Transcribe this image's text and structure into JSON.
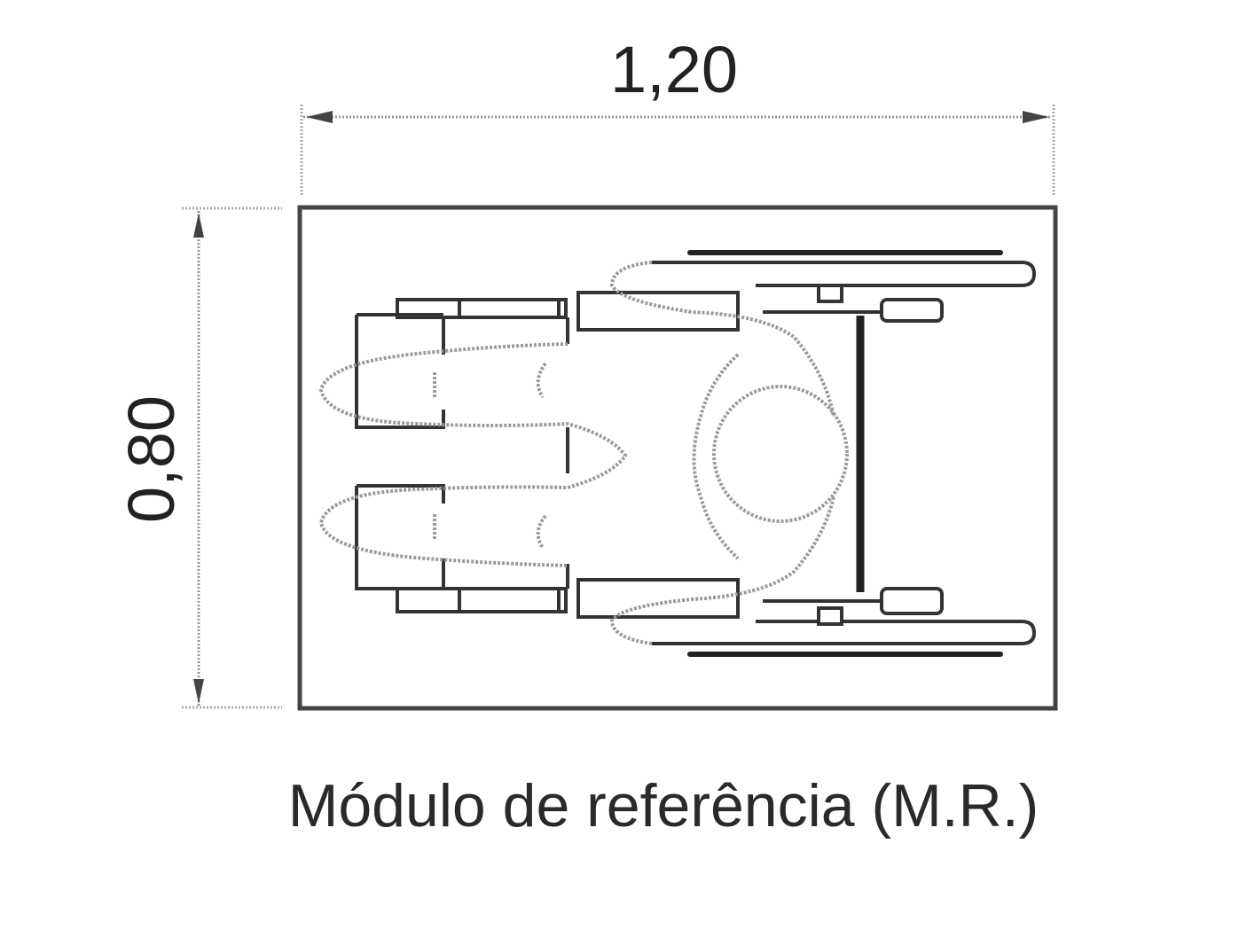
{
  "dimensions": {
    "width_label": "1,20",
    "height_label": "0,80"
  },
  "caption": "Módulo de referência (M.R.)",
  "colors": {
    "line": "#333333",
    "dimension_line": "#999999",
    "text": "#222222",
    "background": "#ffffff"
  }
}
